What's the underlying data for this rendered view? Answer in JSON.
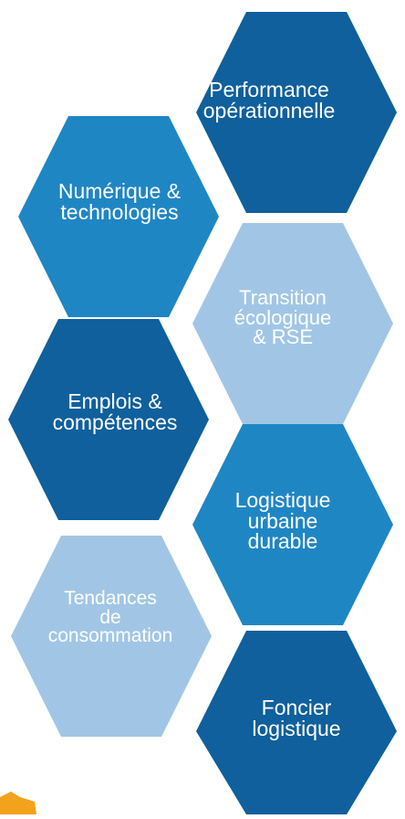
{
  "hexagons": [
    {
      "id": "performance",
      "label": "Performance\nopérationnelle",
      "color": "#0F609C"
    },
    {
      "id": "numerique",
      "label": "Numérique &\ntechnologies",
      "color": "#1F86C4"
    },
    {
      "id": "transition",
      "label": "Transition\nécologique\n& RSE",
      "color": "#A1C6E5"
    },
    {
      "id": "emplois",
      "label": "Emplois &\ncompétences",
      "color": "#0F609C"
    },
    {
      "id": "logistique-urbaine",
      "label": "Logistique\nurbaine\ndurable",
      "color": "#1F86C4"
    },
    {
      "id": "tendances",
      "label": "Tendances\nde\nconsommation",
      "color": "#A1C6E5"
    },
    {
      "id": "foncier",
      "label": "Foncier\nlogistique",
      "color": "#0F609C"
    }
  ],
  "decoration": {
    "accent_color": "#F3A21B"
  }
}
